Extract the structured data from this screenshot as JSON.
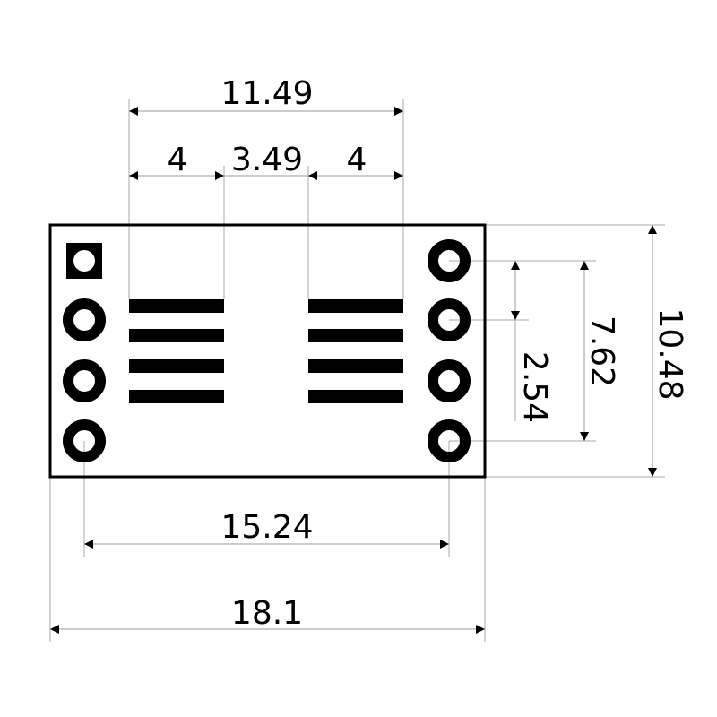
{
  "drawing": {
    "dimensions": {
      "pad_span": "11.49",
      "pad_length_left": "4",
      "pad_gap": "3.49",
      "pad_length_right": "4",
      "pin_row_spacing": "15.24",
      "board_width": "18.1",
      "pin_pitch": "2.54",
      "pin_column_span": "7.62",
      "board_height": "10.48"
    },
    "pins_per_side": 4,
    "pads_per_side": 4,
    "colors": {
      "ink": "#000000",
      "guide": "#aaaaaa"
    }
  }
}
